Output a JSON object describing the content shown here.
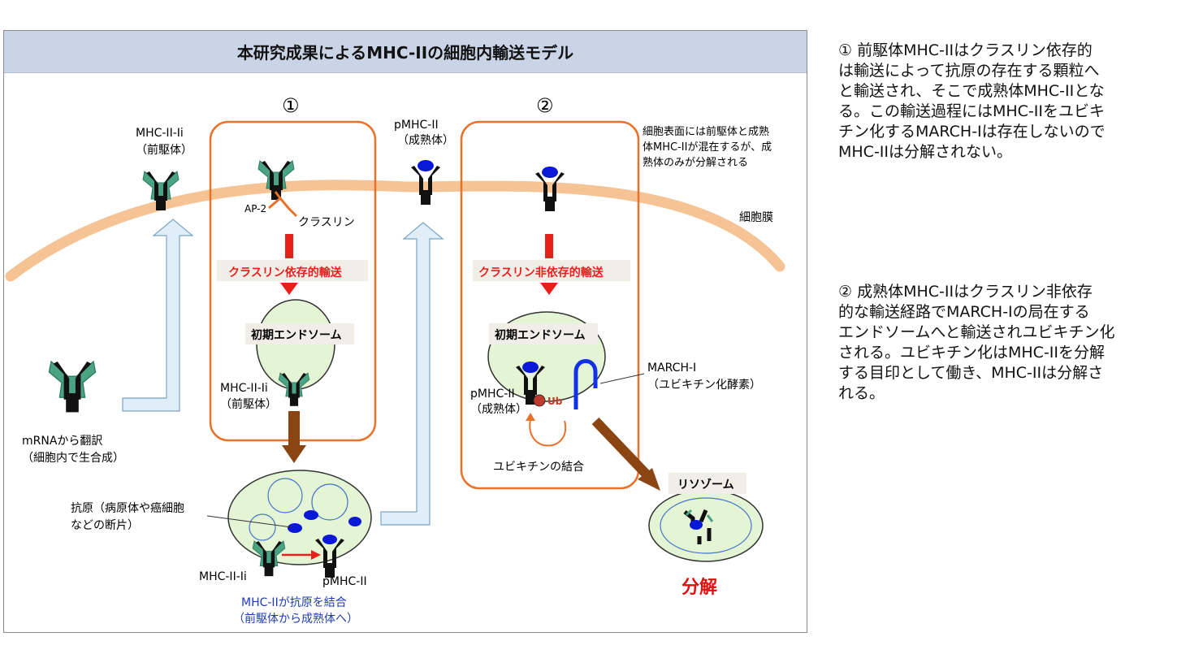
{
  "figure": {
    "title": "本研究成果によるMHC-IIの細胞内輸送モデル",
    "step1_marker": "①",
    "step2_marker": "②",
    "precursor_label": [
      "MHC-II-Ii",
      "（前駆体）"
    ],
    "mature_label": [
      "pMHC-II",
      "（成熟体）"
    ],
    "surface_note": [
      "細胞表面には前駆体と成熟",
      "体MHC-IIが混在するが、成",
      "熟体のみが分解される"
    ],
    "membrane_label": "細胞膜",
    "ap2_label": "AP-2",
    "clathrin_label": "クラスリン",
    "clathrin_dep_transport": "クラスリン依存的輸送",
    "clathrin_indep_transport": "クラスリン非依存的輸送",
    "early_endosome_1": "初期エンドソーム",
    "early_endosome_2": "初期エンドソーム",
    "endosome_mhc_label": [
      "MHC-II-Ii",
      "（前駆体）"
    ],
    "pmhc_label": [
      "pMHC-II",
      "（成熟体）"
    ],
    "march_label": [
      "MARCH-I",
      "（ユビキチン化酵素）"
    ],
    "ub_label": "Ub",
    "ubiquitin_binding": "ユビキチンの結合",
    "translation_label": [
      "mRNAから翻訳",
      "（細胞内で生合成）"
    ],
    "antigen_label": [
      "抗原（病原体や癌細胞",
      "などの断片）"
    ],
    "bottom_mhc_ii": "MHC-II-Ii",
    "bottom_pmhc": "pMHC-II",
    "binding_caption": [
      "MHC-IIが抗原を結合",
      "（前駆体から成熟体へ）"
    ],
    "lysosome_label": "リソゾーム",
    "degradation_label": "分解"
  },
  "side_text": {
    "para1": "① 前駆体MHC-IIはクラスリン依存的は輸送によって抗原の存在する顆粒へと輸送され、そこで成熟体MHC-IIとなる。この輸送過程にはMHC-IIをユビキチン化するMARCH-Iは存在しないのでMHC-IIは分解されない。",
    "para1_lines": [
      "① 前駆体MHC-IIはクラスリン依存的",
      "は輸送によって抗原の存在する顆粒へ",
      "と輸送され、そこで成熟体MHC-IIとな",
      "る。この輸送過程にはMHC-IIをユビキ",
      "チン化するMARCH-Iは存在しないので",
      "MHC-IIは分解されない。"
    ],
    "para2_lines": [
      "② 成熟体MHC-IIはクラスリン非依存",
      "的な輸送経路でMARCH-Iの局在する",
      "エンドソームへと輸送されユビキチン化",
      "される。ユビキチン化はMHC-IIを分解",
      "する目印として働き、MHC-IIは分解さ",
      "れる。"
    ]
  },
  "colors": {
    "header_bg": "#c9d4e6",
    "membrane": "#f5c394",
    "box_border": "#e8722a",
    "red_arrow": "#e8201c",
    "brown_arrow": "#8b4513",
    "endosome_fill": "#e4f5d5",
    "light_blue_arrow": "#dfeef8",
    "mhc_black": "#111111",
    "mhc_green": "#4aa383",
    "peptide_blue": "#0a18d8",
    "march_blue": "#1230e6",
    "ub_red": "#c0392b",
    "degradation_red": "#e01010",
    "blue_text": "#1f3cb4"
  }
}
